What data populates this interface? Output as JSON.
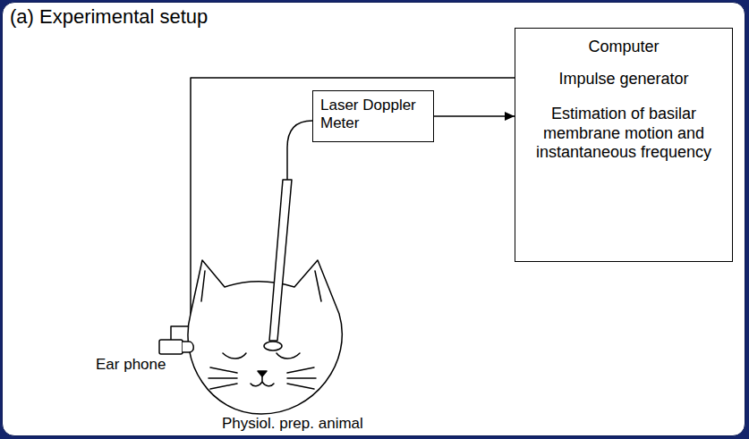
{
  "diagram": {
    "title": "(a) Experimental setup",
    "nodes": [
      {
        "text": [
          "Computer",
          "Impulse generator",
          "Estimation of basilar membrane motion and instantaneous frequency"
        ]
      },
      {
        "text": [
          "Laser Doppler Meter"
        ]
      }
    ],
    "edges": [
      {
        "from": 1,
        "to": 0,
        "arrow": "to"
      }
    ],
    "labels": [
      "Ear phone",
      "Physiol. prep. animal"
    ]
  }
}
